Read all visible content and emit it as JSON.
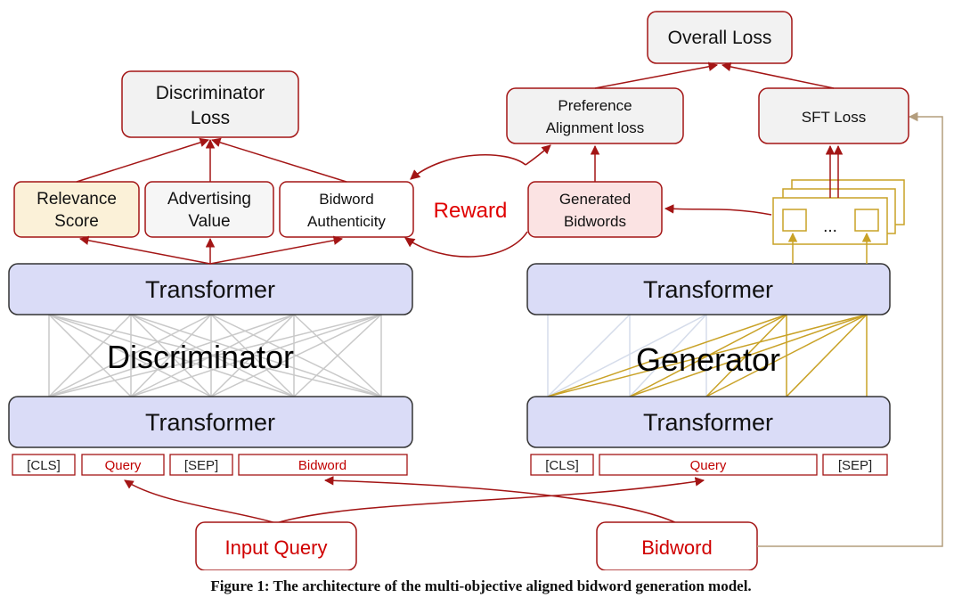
{
  "colors": {
    "red": "#a31515",
    "tan": "#b39d7d",
    "gold": "#c9a227",
    "transformer_fill": "#dadcf7",
    "box_fill": "#f2f2f2",
    "relevance_fill": "#fbf1d8",
    "generated_fill": "#fbe3e3"
  },
  "boxes": {
    "overall_loss": "Overall Loss",
    "discriminator_loss": [
      "Discriminator",
      "Loss"
    ],
    "preference_alignment_loss": [
      "Preference",
      "Alignment loss"
    ],
    "sft_loss": "SFT Loss",
    "relevance_score": [
      "Relevance",
      "Score"
    ],
    "advertising_value": [
      "Advertising",
      "Value"
    ],
    "bidword_authenticity": [
      "Bidword",
      "Authenticity"
    ],
    "reward": "Reward",
    "generated_bidwords": [
      "Generated",
      "Bidwords"
    ],
    "ellipsis": "..."
  },
  "discriminator": {
    "top_transformer": "Transformer",
    "bottom_transformer": "Transformer",
    "label": "Discriminator",
    "tokens": [
      "[CLS]",
      "Query",
      "[SEP]",
      "Bidword"
    ]
  },
  "generator": {
    "top_transformer": "Transformer",
    "bottom_transformer": "Transformer",
    "label": "Generator",
    "tokens": [
      "[CLS]",
      "Query",
      "[SEP]"
    ]
  },
  "inputs": {
    "input_query": "Input Query",
    "bidword": "Bidword"
  },
  "caption": "Figure 1: The architecture of the multi-objective aligned bidword generation model."
}
